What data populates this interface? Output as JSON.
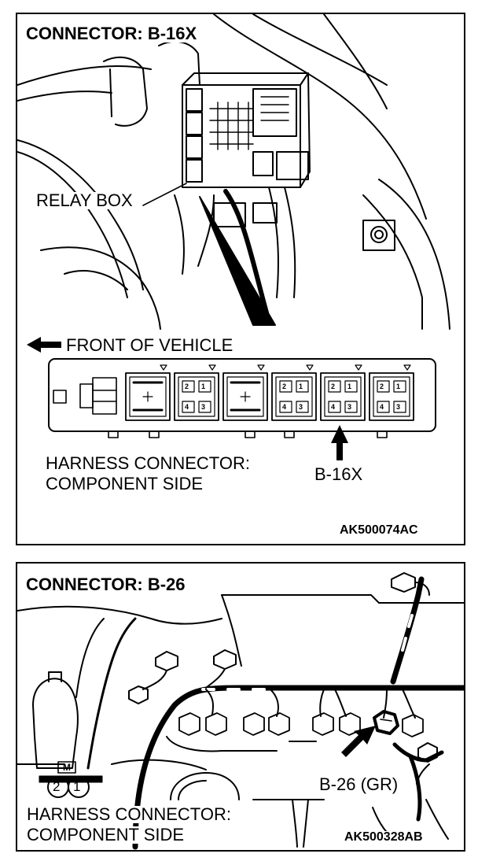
{
  "panel_top": {
    "title": "CONNECTOR: B-16X",
    "relay_box_label": "RELAY BOX",
    "front_label": "FRONT OF VEHICLE",
    "harness_line1": "HARNESS CONNECTOR:",
    "harness_line2": "COMPONENT SIDE",
    "target_label": "B-16X",
    "figure_code": "AK500074AC",
    "pins": [
      "2",
      "1",
      "4",
      "3"
    ]
  },
  "panel_bottom": {
    "title": "CONNECTOR: B-26",
    "target_label": "B-26 (GR)",
    "harness_line1": "HARNESS CONNECTOR:",
    "harness_line2": "COMPONENT SIDE",
    "figure_code": "AK500328AB",
    "marker_letter": "M",
    "marker_digits": [
      "2",
      "1"
    ]
  }
}
